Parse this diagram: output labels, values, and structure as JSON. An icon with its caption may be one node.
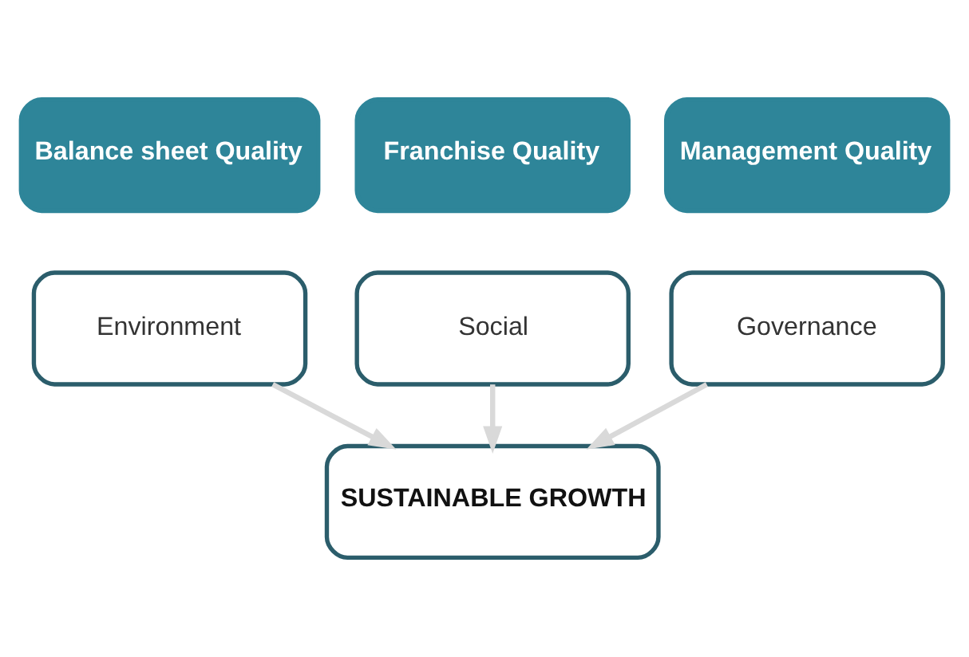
{
  "diagram": {
    "nodes": [
      {
        "text": [
          "Balance sheet Quality"
        ]
      },
      {
        "text": [
          "Franchise Quality"
        ]
      },
      {
        "text": [
          "Management Quality"
        ]
      },
      {
        "text": [
          "Environment"
        ]
      },
      {
        "text": [
          "Social"
        ]
      },
      {
        "text": [
          "Governance"
        ]
      },
      {
        "text": [
          "SUSTAINABLE GROWTH"
        ]
      }
    ],
    "edges": [
      {
        "from": 3,
        "to": 6,
        "arrow": "to"
      },
      {
        "from": 4,
        "to": 6,
        "arrow": "to"
      },
      {
        "from": 5,
        "to": 6,
        "arrow": "to"
      }
    ]
  }
}
